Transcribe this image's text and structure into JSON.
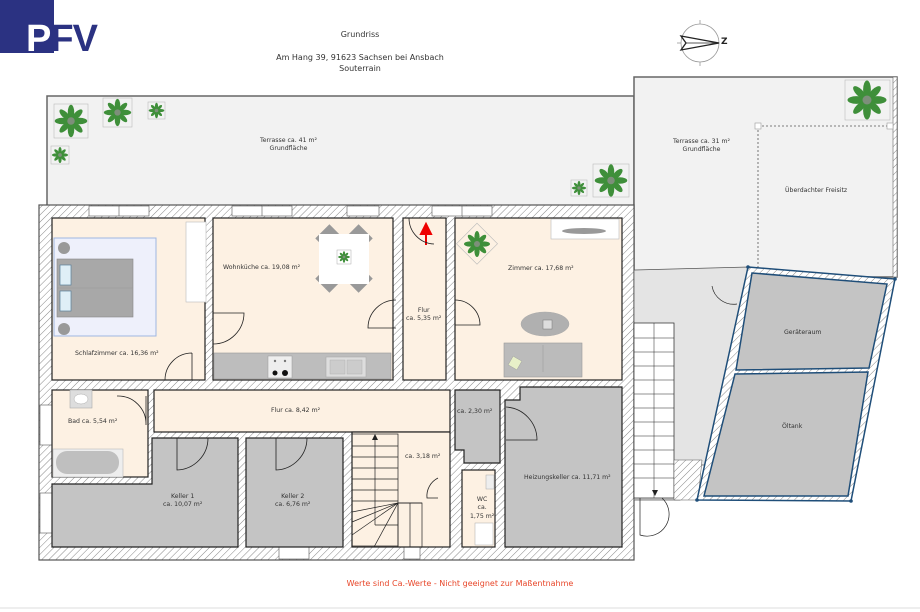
{
  "logo": {
    "text_p": "P",
    "text_fv": "FV",
    "color": "#2b3282"
  },
  "header": {
    "title": "Grundriss",
    "address": "Am Hang 39, 91623 Sachsen bei Ansbach",
    "floor": "Souterrain"
  },
  "compass": {
    "label": "Z"
  },
  "rooms": {
    "terrasse_west": {
      "line1": "Terrasse ca. 41 m²",
      "line2": "Grundfläche"
    },
    "terrasse_east": {
      "line1": "Terrasse ca. 31 m²",
      "line2": "Grundfläche"
    },
    "freisitz": {
      "label": "Überdachter Freisitz"
    },
    "schlafzimmer": {
      "label": "Schlafzimmer ca. 16,36 m²"
    },
    "wohnkueche": {
      "label": "Wohnküche ca. 19,08 m²"
    },
    "flur_small": {
      "line1": "Flur",
      "line2": "ca. 5,35 m²"
    },
    "zimmer": {
      "label": "Zimmer ca. 17,68 m²"
    },
    "bad": {
      "label": "Bad ca. 5,54 m²"
    },
    "flur_large": {
      "label": "Flur ca. 8,42 m²"
    },
    "abstell": {
      "label": "ca. 2,30 m²"
    },
    "treppe": {
      "label": "ca. 3,18 m²"
    },
    "keller1": {
      "line1": "Keller 1",
      "line2": "ca. 10,07 m²"
    },
    "keller2": {
      "line1": "Keller 2",
      "line2": "ca. 6,76 m²"
    },
    "wc": {
      "line1": "WC",
      "line2": "ca.",
      "line3": "1,75 m²"
    },
    "heizungskeller": {
      "label": "Heizungskeller ca. 11,71 m²"
    },
    "geraeteraum": {
      "label": "Geräteraum"
    },
    "oeltank": {
      "label": "Öltank"
    }
  },
  "footer": {
    "disclaimer": "Werte sind Ca.-Werte - Nicht geeignet zur Maßentnahme"
  },
  "colors": {
    "living": "#fdf1e3",
    "cellar": "#c4c4c4",
    "terrace": "#f2f2f2",
    "wall_hatch": "#777777",
    "annex_outline": "#1f4e79",
    "disclaimer": "#e8472a"
  }
}
